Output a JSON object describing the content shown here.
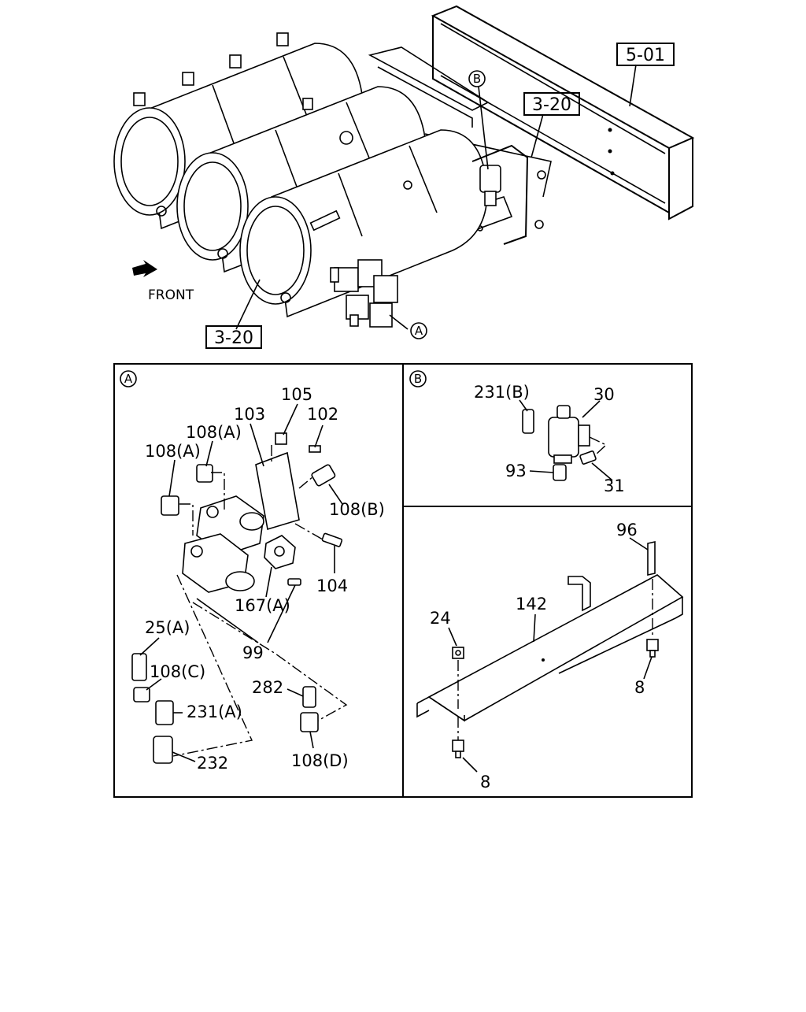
{
  "overview": {
    "ref_frame": "5-01",
    "ref_bracket": "3-20",
    "ref_tanks": "3-20",
    "front_label": "FRONT",
    "callout_a": "A",
    "callout_b": "B"
  },
  "panel_a": {
    "marker": "A",
    "labels": {
      "p105": "105",
      "p103": "103",
      "p102": "102",
      "p108a_1": "108(A)",
      "p108a_2": "108(A)",
      "p108b": "108(B)",
      "p104": "104",
      "p167a": "167(A)",
      "p99": "99",
      "p25a": "25(A)",
      "p108c": "108(C)",
      "p231a": "231(A)",
      "p232": "232",
      "p282": "282",
      "p108d": "108(D)"
    }
  },
  "panel_b": {
    "marker": "B",
    "labels": {
      "p231b": "231(B)",
      "p30": "30",
      "p93": "93",
      "p31": "31"
    }
  },
  "panel_c": {
    "labels": {
      "p96": "96",
      "p142": "142",
      "p24": "24",
      "p8_1": "8",
      "p8_2": "8"
    }
  }
}
